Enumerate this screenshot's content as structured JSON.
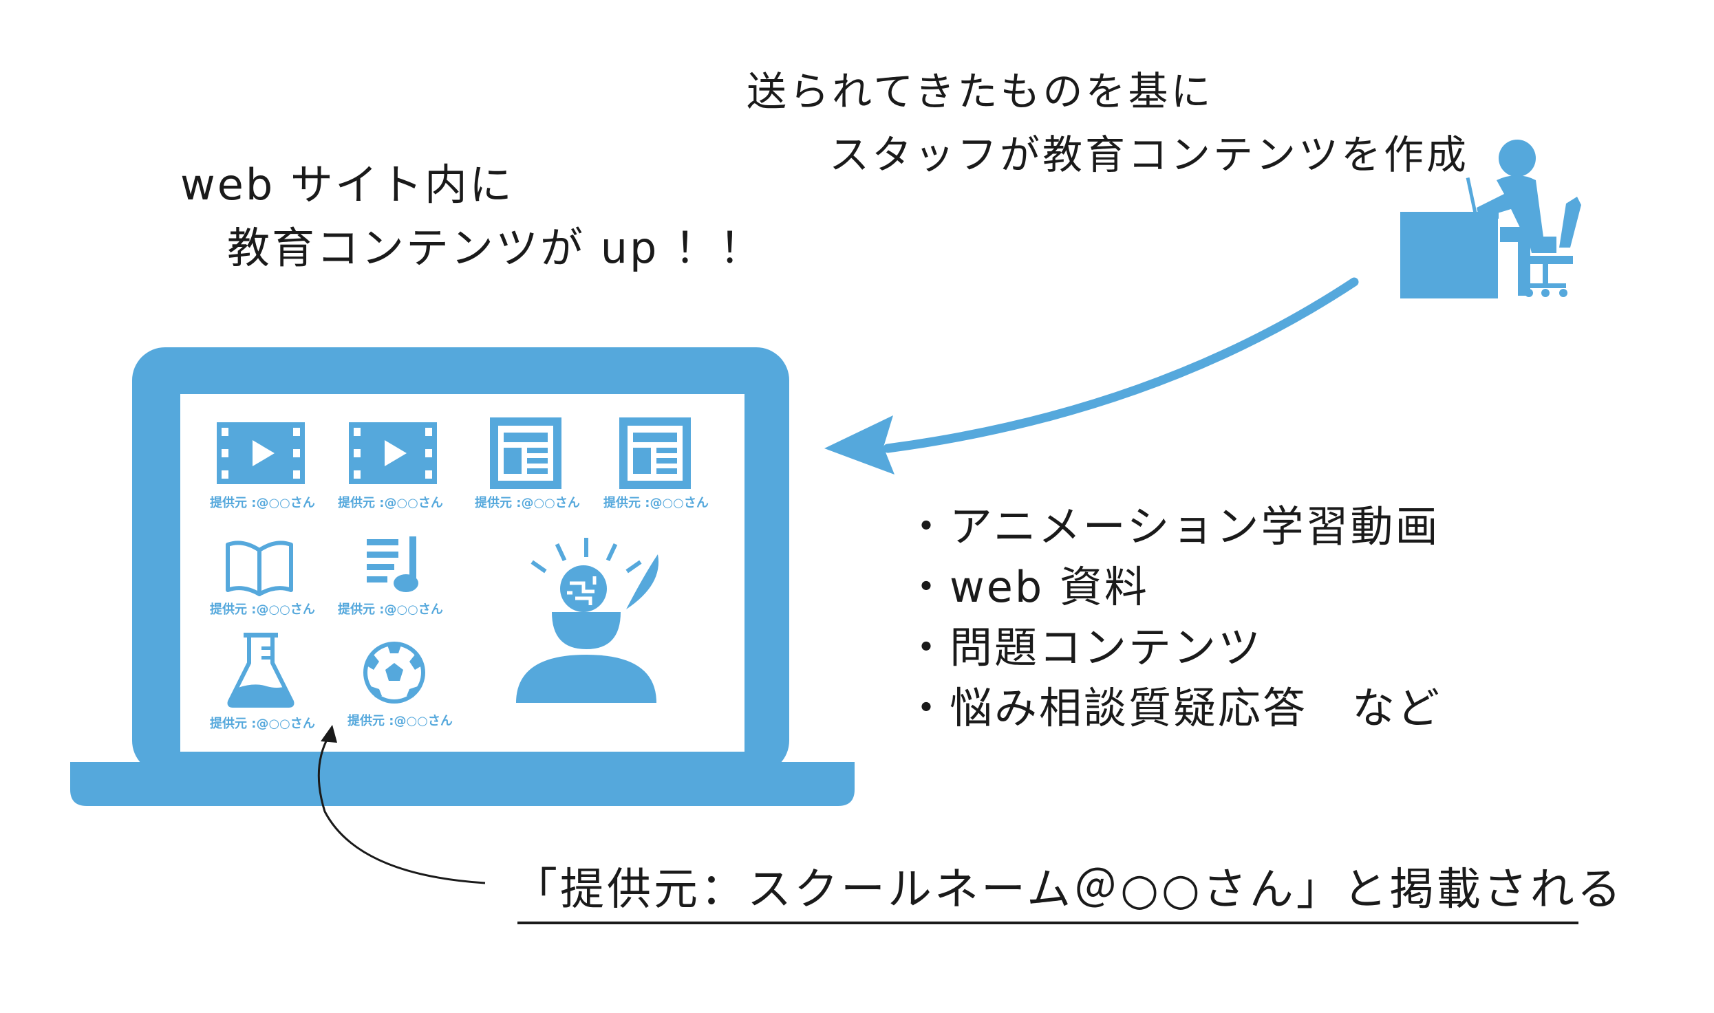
{
  "colors": {
    "accent": "#55a8dc",
    "text": "#1a1a1a",
    "background": "#ffffff"
  },
  "top_text": {
    "line1": "送られてきたものを基に",
    "line2": "スタッフが教育コンテンツを作成"
  },
  "web_text": {
    "line1": "web サイト内に",
    "line2": "教育コンテンツが up ！！"
  },
  "bullets": [
    "・アニメーション学習動画",
    "・web 資料",
    "・問題コンテンツ",
    "・悩み相談質疑応答　など"
  ],
  "bottom_text": "「提供元：スクールネーム＠○○さん」と掲載される",
  "icons": [
    {
      "name": "video-icon",
      "caption": "提供元 :@○○さん"
    },
    {
      "name": "video-icon",
      "caption": "提供元 :@○○さん"
    },
    {
      "name": "document-icon",
      "caption": "提供元 :@○○さん"
    },
    {
      "name": "document-icon",
      "caption": "提供元 :@○○さん"
    },
    {
      "name": "book-icon",
      "caption": "提供元 :@○○さん"
    },
    {
      "name": "music-icon",
      "caption": "提供元 :@○○さん"
    },
    {
      "name": "flask-icon",
      "caption": "提供元 :@○○さん"
    },
    {
      "name": "soccer-ball-icon",
      "caption": "提供元 :@○○さん"
    },
    {
      "name": "thinking-head-icon"
    },
    {
      "name": "office-worker-icon"
    }
  ]
}
